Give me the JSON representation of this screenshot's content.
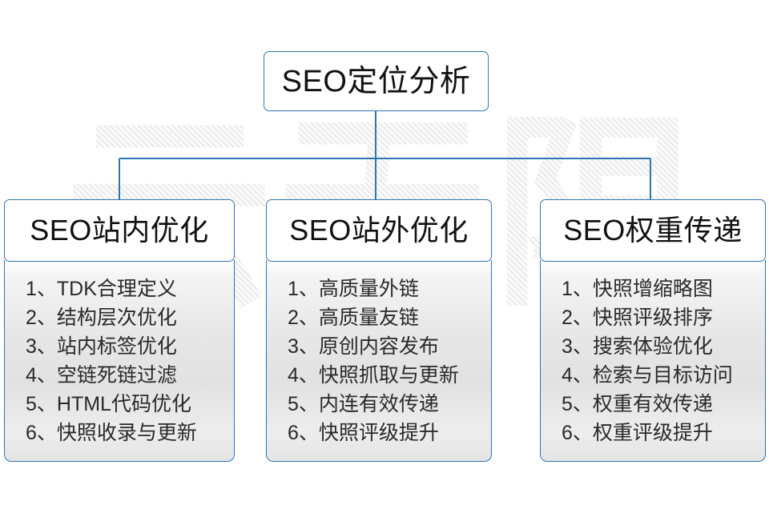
{
  "diagram": {
    "title": "SEO定位分析",
    "watermark": "云无限",
    "accent_color": "#2e75b6",
    "text_color": "#111111",
    "body_text_color": "#2a2a2a",
    "background_color": "#ffffff"
  },
  "root": {
    "label": "SEO定位分析"
  },
  "columns": [
    {
      "header": "SEO站内优化",
      "items": [
        "1、TDK合理定义",
        "2、结构层次优化",
        "3、站内标签优化",
        "4、空链死链过滤",
        "5、HTML代码优化",
        "6、快照收录与更新"
      ]
    },
    {
      "header": "SEO站外优化",
      "items": [
        "1、高质量外链",
        "2、高质量友链",
        "3、原创内容发布",
        "4、快照抓取与更新",
        "5、内连有效传递",
        "6、快照评级提升"
      ]
    },
    {
      "header": "SEO权重传递",
      "items": [
        "1、快照增缩略图",
        "2、快照评级排序",
        "3、搜索体验优化",
        "4、检索与目标访问",
        "5、权重有效传递",
        "6、权重评级提升"
      ]
    }
  ]
}
